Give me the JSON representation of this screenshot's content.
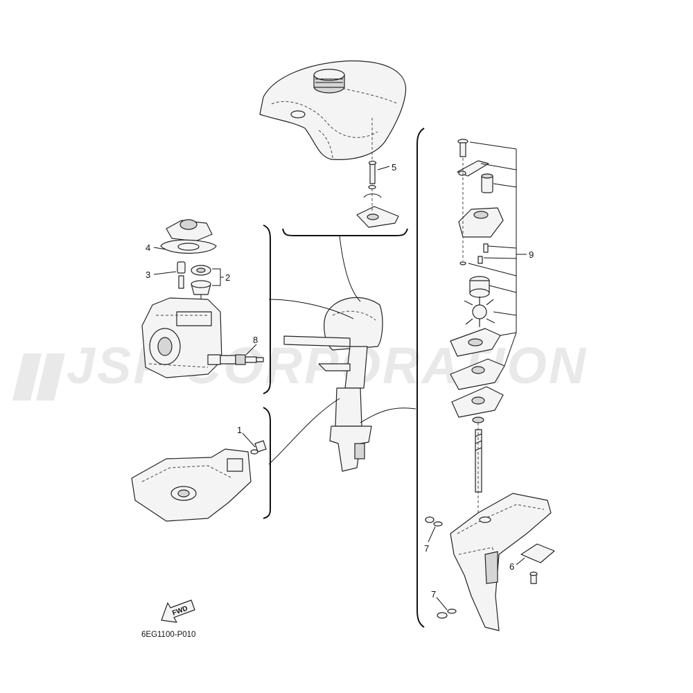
{
  "watermark": {
    "text": "JSP CORPORATION"
  },
  "reference_code": "6EG1100-P010",
  "fwd_label": "FWD",
  "callouts": {
    "c1": "1",
    "c2": "2",
    "c3": "3",
    "c4": "4",
    "c5": "5",
    "c6": "6",
    "c7a": "7",
    "c7b": "7",
    "c8": "8",
    "c9": "9"
  }
}
